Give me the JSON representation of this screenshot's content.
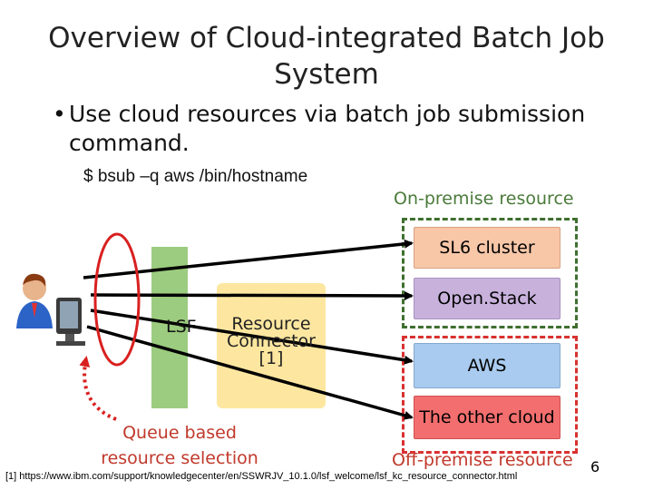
{
  "slide": {
    "title": "Overview of Cloud-integrated Batch Job System",
    "bullet": "Use cloud resources via batch job submission command.",
    "bullet_marker": "•",
    "command": "$ bsub –q aws /bin/hostname",
    "page_number": "6",
    "footnote": "[1] https://www.ibm.com/support/knowledgecenter/en/SSWRJV_10.1.0/lsf_welcome/lsf_kc_resource_connector.html"
  },
  "diagram": {
    "lsf_label": "LSF",
    "resource_connector_label": "Resource Connector [1]",
    "queue_label": "Queue based resource selection",
    "on_premise_label": "On-premise resource",
    "off_premise_label": "Off-premise resource",
    "nodes": {
      "sl6": "SL6 cluster",
      "openstack": "Open.Stack",
      "aws": "AWS",
      "other": "The other cloud"
    }
  },
  "colors": {
    "lsf": "#9ccc7f",
    "resource_connector": "#fde7a0",
    "on_premise_border": "#3f6f2f",
    "off_premise_border": "#d93030",
    "sl6": "#f7c7a8",
    "openstack": "#c8b2dc",
    "aws": "#a9cbef",
    "other": "#f36e6e",
    "accent_red": "#d92020"
  }
}
